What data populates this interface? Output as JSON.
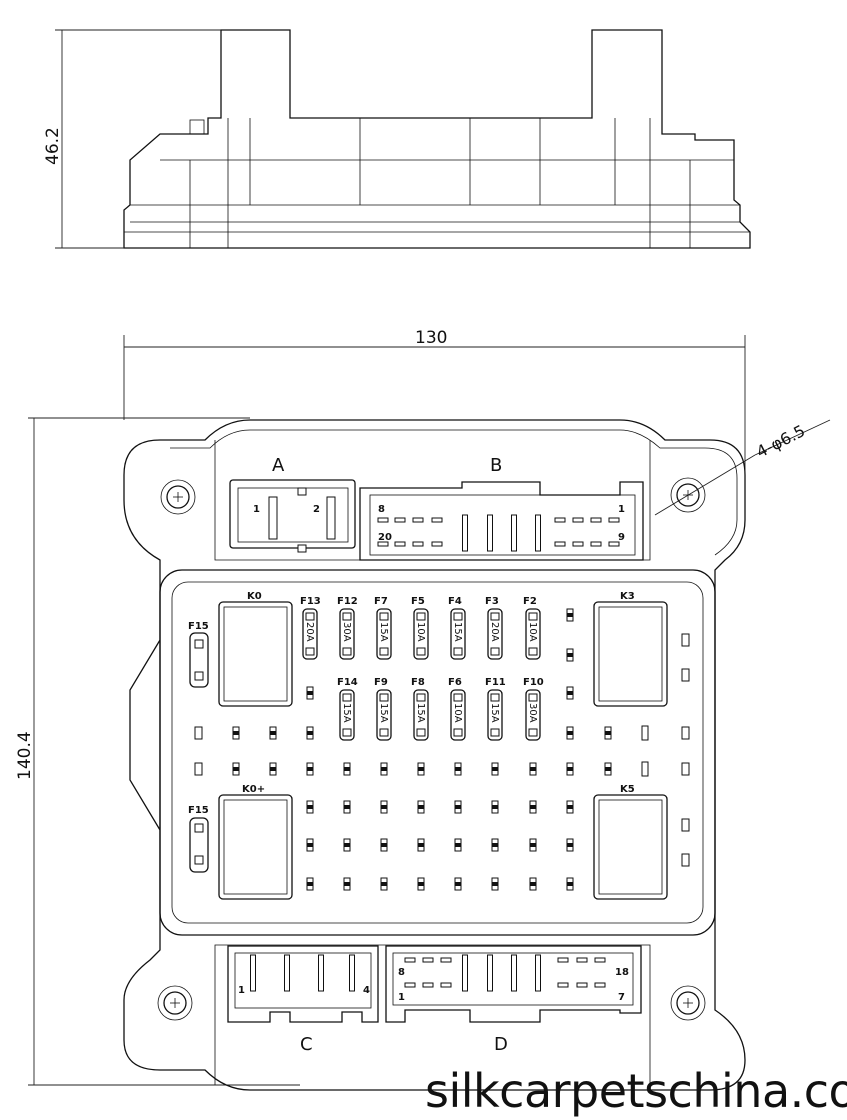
{
  "dimensions": {
    "height_side": "46.2",
    "width": "130",
    "height_top": "140.4",
    "holes": "4-φ6.5"
  },
  "connectors": {
    "A": {
      "label": "A",
      "pins": [
        "1",
        "2"
      ]
    },
    "B": {
      "label": "B",
      "pins": [
        "8",
        "1",
        "20",
        "9"
      ]
    },
    "C": {
      "label": "C",
      "pins": [
        "1",
        "4"
      ]
    },
    "D": {
      "label": "D",
      "pins": [
        "8",
        "18",
        "1",
        "7"
      ]
    }
  },
  "relays": [
    "K0",
    "K3",
    "K0+",
    "K5"
  ],
  "fuse_side": [
    "F15",
    "F15"
  ],
  "fuses_top": [
    {
      "id": "F13",
      "rating": "20A"
    },
    {
      "id": "F12",
      "rating": "30A"
    },
    {
      "id": "F7",
      "rating": "15A"
    },
    {
      "id": "F5",
      "rating": "10A"
    },
    {
      "id": "F4",
      "rating": "15A"
    },
    {
      "id": "F3",
      "rating": "20A"
    },
    {
      "id": "F2",
      "rating": "10A"
    }
  ],
  "fuses_bottom": [
    {
      "id": "F14",
      "rating": "15A"
    },
    {
      "id": "F9",
      "rating": "15A"
    },
    {
      "id": "F8",
      "rating": "15A"
    },
    {
      "id": "F6",
      "rating": "10A"
    },
    {
      "id": "F11",
      "rating": "15A"
    },
    {
      "id": "F10",
      "rating": "30A"
    }
  ],
  "watermark": "silkcarpetschina.co"
}
